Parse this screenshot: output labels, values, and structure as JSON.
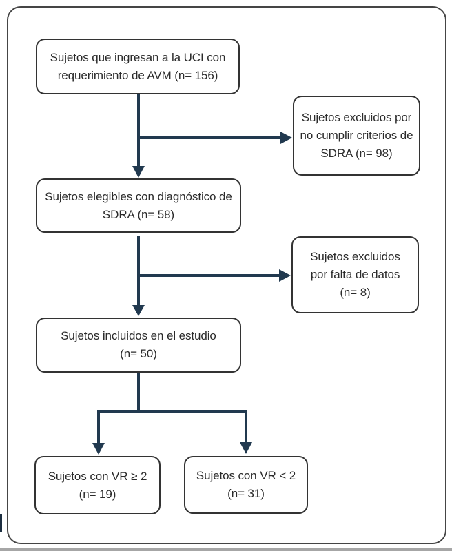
{
  "figure": {
    "description": "Diagrama de flujo de inclusion de sujetos (estilo CONSORT)",
    "colors": {
      "arrow": "#21394f",
      "box_border": "#333333",
      "frame_border": "#454545",
      "text": "#2b2b2b",
      "background": "#ffffff",
      "bottom_rule": "#a6a6a6"
    },
    "nodes": [
      {
        "id": "admitted",
        "n": 156,
        "lines": [
          "Sujetos que ingresan a la UCI con",
          "requerimiento de AVM (n= 156)"
        ]
      },
      {
        "id": "excluded-sdra",
        "n": 98,
        "lines": [
          "Sujetos excluidos por",
          "no cumplir criterios de",
          "SDRA (n= 98)"
        ]
      },
      {
        "id": "eligible",
        "n": 58,
        "lines": [
          "Sujetos elegibles con diagnóstico de",
          "SDRA (n= 58)"
        ]
      },
      {
        "id": "excluded-data",
        "n": 8,
        "lines": [
          "Sujetos excluidos",
          "por falta de datos",
          "(n= 8)"
        ]
      },
      {
        "id": "included",
        "n": 50,
        "lines": [
          "Sujetos incluidos en el estudio",
          "(n= 50)"
        ]
      },
      {
        "id": "vr-ge-2",
        "n": 19,
        "lines": [
          "Sujetos con VR ≥ 2",
          "(n= 19)"
        ]
      },
      {
        "id": "vr-lt-2",
        "n": 31,
        "lines": [
          "Sujetos con VR < 2",
          "(n= 31)"
        ]
      }
    ]
  }
}
